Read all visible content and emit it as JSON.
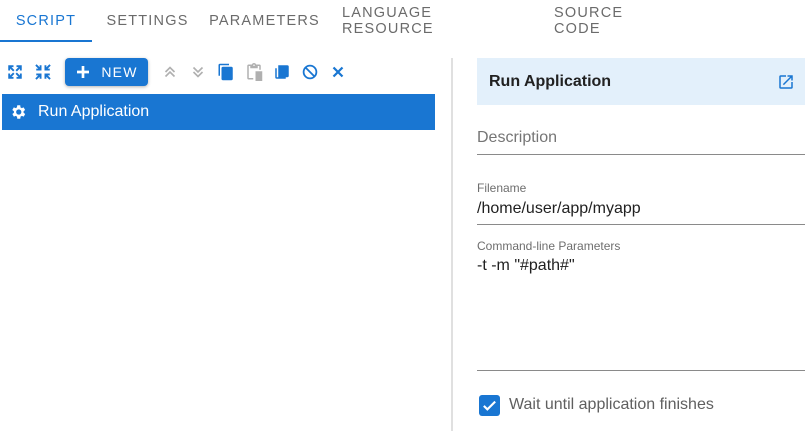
{
  "tabs": [
    {
      "label": "SCRIPT",
      "active": true
    },
    {
      "label": "SETTINGS",
      "active": false
    },
    {
      "label": "PARAMETERS",
      "active": false
    },
    {
      "label": "LANGUAGE RESOURCE",
      "active": false
    },
    {
      "label": "SOURCE CODE",
      "active": false
    }
  ],
  "toolbar": {
    "new_label": "NEW",
    "icons": [
      "expand-all-icon",
      "collapse-all-icon",
      "plus-icon",
      "move-up-icon",
      "move-down-icon",
      "copy-icon",
      "paste-icon",
      "duplicate-icon",
      "disable-icon",
      "delete-icon"
    ]
  },
  "tree": {
    "items": [
      {
        "label": "Run Application",
        "icon": "gear-icon",
        "selected": true
      }
    ]
  },
  "detail": {
    "title": "Run Application",
    "description_placeholder": "Description",
    "filename_label": "Filename",
    "filename_value": "/home/user/app/myapp",
    "params_label": "Command-line Parameters",
    "params_value": "-t -m \"#path#\"",
    "wait_label": "Wait until application finishes",
    "wait_checked": true
  },
  "colors": {
    "accent": "#1976d2",
    "header_bg": "#e3f0fb",
    "disabled_icon": "#b0b0b0"
  }
}
